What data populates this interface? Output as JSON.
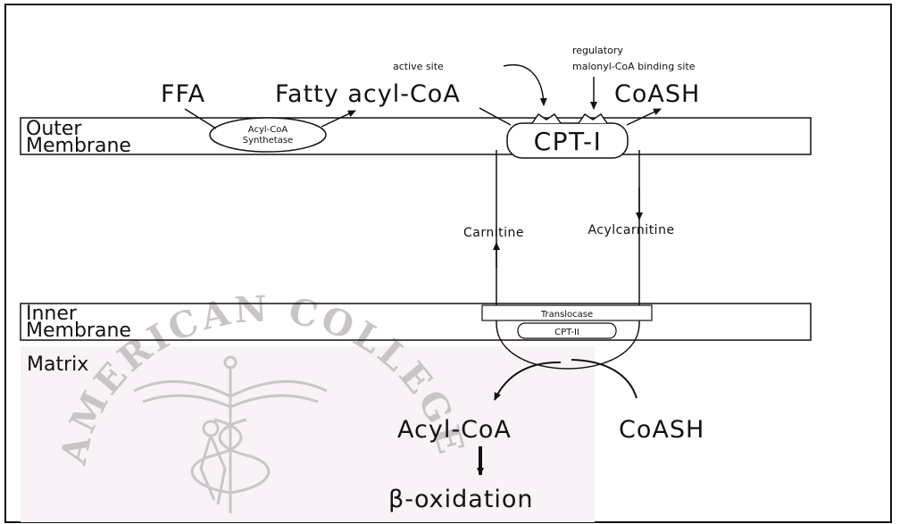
{
  "diagram": {
    "outer_membrane": {
      "line1": "Outer",
      "line2": "Membrane"
    },
    "inner_membrane": {
      "line1": "Inner",
      "line2": "Membrane"
    },
    "matrix": "Matrix",
    "ffa": "FFA",
    "fatty_acyl_coa": "Fatty acyl-CoA",
    "coash_top": "CoASH",
    "synthetase": {
      "line1": "Acyl-CoA",
      "line2": "Synthetase"
    },
    "active_site": "active site",
    "regulatory": {
      "line1": "regulatory",
      "line2": "malonyl-CoA binding site"
    },
    "cpt1": "CPT-I",
    "carnitine": "Carnitine",
    "acylcarnitine": "Acylcarnitine",
    "translocase": "Translocase",
    "cpt2": "CPT-II",
    "acyl_coa_bottom": "Acyl-CoA",
    "coash_bottom": "CoASH",
    "beta_oxidation": "β-oxidation",
    "watermark_text": "AMERICAN COLLEGE OF SPORTS MEDICINE",
    "colors": {
      "matrix_fill": "#f9f2f6",
      "watermark": "#c9c4c6",
      "ink": "#111111"
    }
  }
}
